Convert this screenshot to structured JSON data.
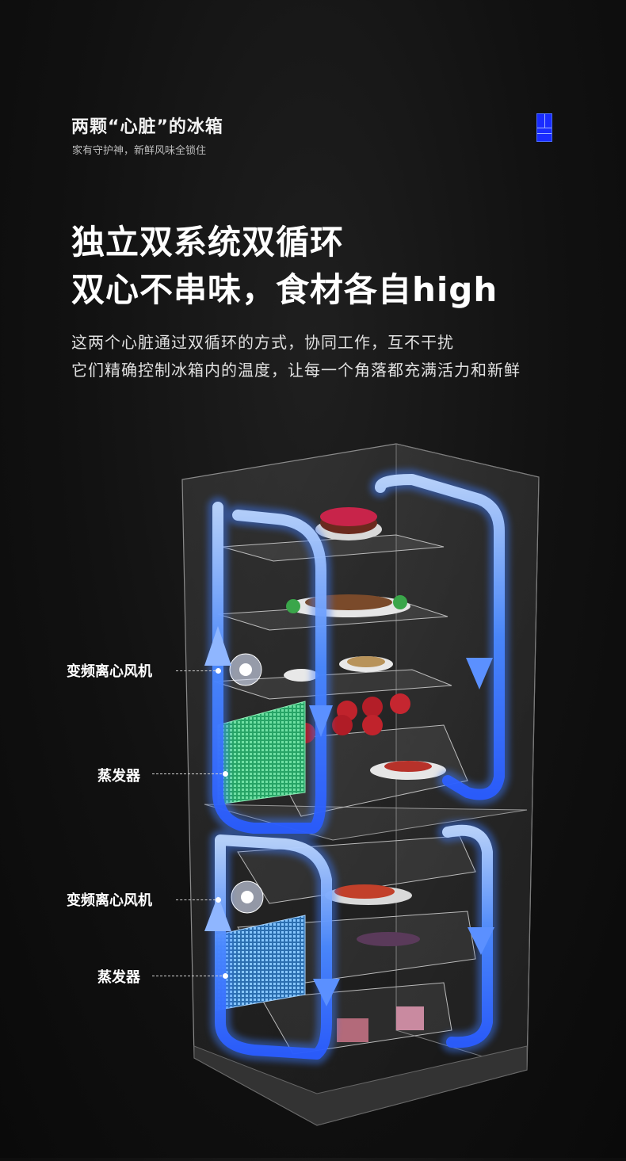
{
  "header": {
    "title": "两颗“心脏”的冰箱",
    "subtitle": "家有守护神，新鲜风味全锁住",
    "icon": "fridge-icon"
  },
  "headline": {
    "line1": "独立双系统双循环",
    "line2": "双心不串味，食材各自high"
  },
  "description": {
    "line1": "这两个心脏通过双循环的方式，协同工作，互不干扰",
    "line2": "它们精确控制冰箱内的温度，让每一个角落都充满活力和新鲜"
  },
  "labels": {
    "fan_top": "变频离心风机",
    "evaporator_top": "蒸发器",
    "fan_bottom": "变频离心风机",
    "evaporator_bottom": "蒸发器"
  },
  "colors": {
    "airflow": "#3d7bff",
    "evaporator": "#3bbf7a",
    "icon": "#1a2cff"
  }
}
